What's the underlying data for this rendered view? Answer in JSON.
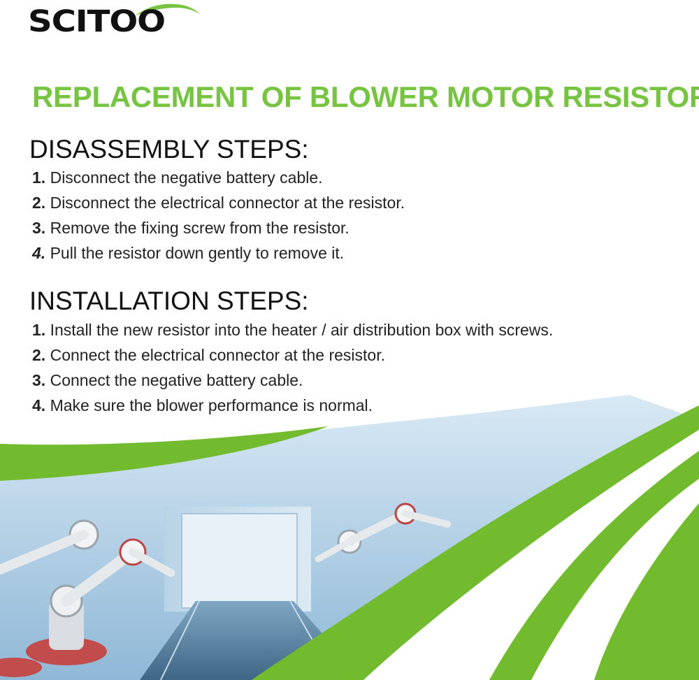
{
  "brand": {
    "name": "SCITOO"
  },
  "headline": "REPLACEMENT OF BLOWER MOTOR RESISTOR",
  "disassembly": {
    "title": "DISASSEMBLY STEPS:",
    "steps": [
      {
        "num": "1.",
        "text": "Disconnect the negative battery cable."
      },
      {
        "num": "2.",
        "text": "Disconnect the electrical connector at the resistor."
      },
      {
        "num": "3.",
        "text": "Remove the fixing screw from the resistor."
      },
      {
        "num": "4.",
        "text": "Pull the resistor down gently to remove it."
      }
    ]
  },
  "installation": {
    "title": "INSTALLATION STEPS:",
    "steps": [
      {
        "num": "1.",
        "text": "Install the new resistor into the heater / air distribution box with screws."
      },
      {
        "num": "2.",
        "text": "Connect the electrical connector at the resistor."
      },
      {
        "num": "3.",
        "text": "Connect the negative battery cable."
      },
      {
        "num": "4.",
        "text": "Make sure the blower performance is normal."
      }
    ]
  },
  "colors": {
    "accent_green": "#76c442",
    "text_dark": "#111111",
    "factory_blue": "#9fc3dc"
  },
  "icons": {
    "logo_mark": "car-silhouette-icon",
    "scene": "robotic-arm-factory-illustration"
  }
}
